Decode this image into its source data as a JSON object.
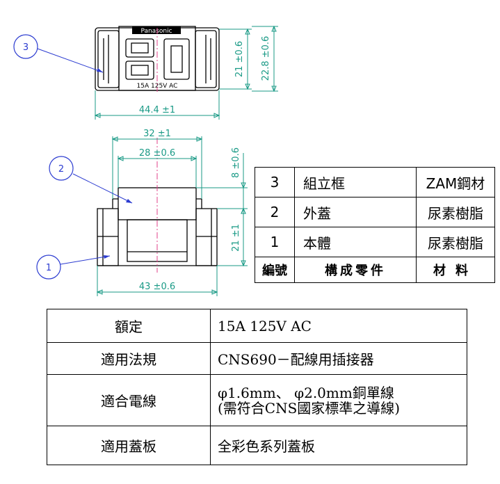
{
  "top_view": {
    "brand": "Panasonic",
    "rating_label": "15A 125V AC",
    "dim_width": "44.4 ±1",
    "dim_height_inner": "21 ±0.6",
    "dim_height_outer": "22.8 ±0.6"
  },
  "side_view": {
    "dim_top_outer": "32 ±1",
    "dim_top_inner": "28 ±0.6",
    "dim_cover_height": "8 ±0.6",
    "dim_body_height": "21 ±1",
    "dim_bottom_width": "43 ±0.6"
  },
  "callouts": [
    "3",
    "2",
    "1"
  ],
  "parts_table": {
    "rows": [
      {
        "no": "3",
        "name": "組立框",
        "material": "ZAM鋼材"
      },
      {
        "no": "2",
        "name": "外蓋",
        "material": "尿素樹脂"
      },
      {
        "no": "1",
        "name": "本體",
        "material": "尿素樹脂"
      }
    ],
    "header": {
      "no": "編號",
      "name": "構成零件",
      "material": "材料"
    }
  },
  "spec_table": {
    "rows": [
      {
        "key": "額定",
        "value": "15A  125V  AC"
      },
      {
        "key": "適用法規",
        "value": "CNS690－配線用插接器"
      },
      {
        "key": "適合電線",
        "value_line1": "φ1.6mm、 φ2.0mm銅單線",
        "value_line2": "(需符合CNS國家標準之導線)"
      },
      {
        "key": "適用蓋板",
        "value": "全彩色系列蓋板"
      }
    ]
  },
  "colors": {
    "dimension": "#1a9a86",
    "callout": "#2a3ad0",
    "centerline": "#e0408a"
  }
}
